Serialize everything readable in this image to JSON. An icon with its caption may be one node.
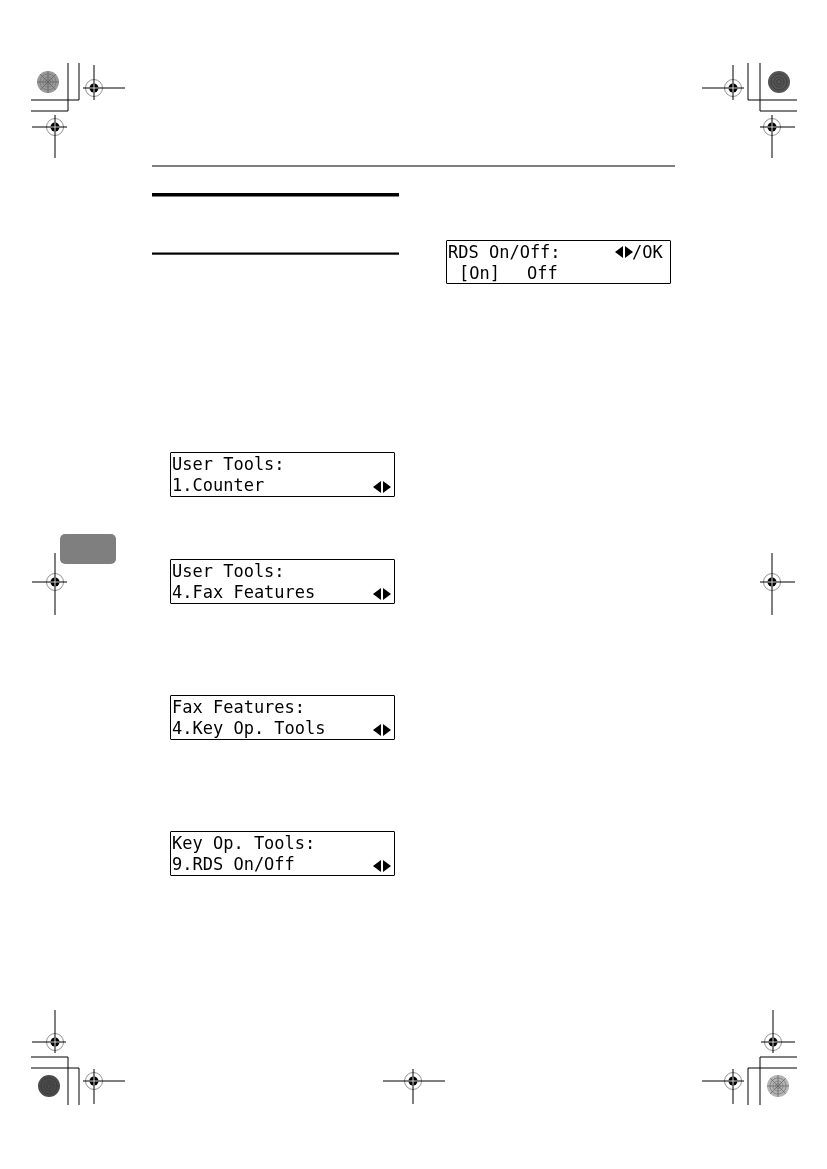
{
  "diagram": {
    "nodes": [
      {
        "text": [
          "User Tools:",
          "1.Counter"
        ]
      },
      {
        "text": [
          "User Tools:",
          "4.Fax Features"
        ]
      },
      {
        "text": [
          "Fax Features:",
          "4.Key Op. Tools"
        ]
      },
      {
        "text": [
          "Key Op. Tools:",
          "9.RDS On/Off"
        ]
      },
      {
        "text": [
          "RDS On/Off:",
          "/OK",
          "[On]",
          "Off"
        ]
      }
    ]
  }
}
